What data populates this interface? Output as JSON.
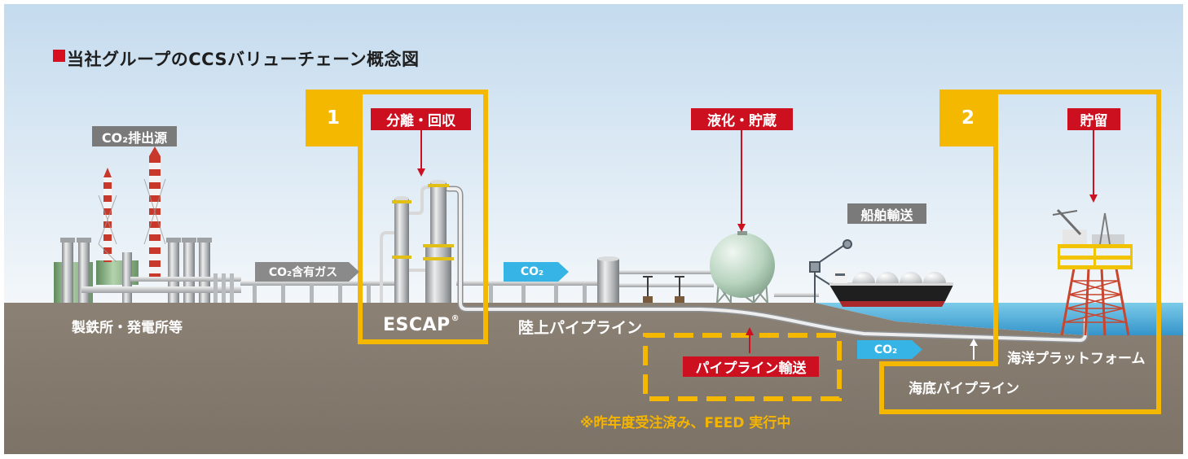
{
  "title": "当社グループのCCSバリューチェーン概念図",
  "colors": {
    "accent_orange": "#f5b800",
    "label_red": "#cc1020",
    "label_gray": "#7a7a7a",
    "co2_cyan": "#36b4e6",
    "note_orange": "#f5b400"
  },
  "emission_source": {
    "label": "CO₂排出源",
    "caption": "製鉄所・発電所等"
  },
  "gas_flow": {
    "label": "CO₂含有ガス"
  },
  "capture": {
    "step_number": "1",
    "label": "分離・回収",
    "technology": "ESCAP",
    "technology_mark": "®"
  },
  "onshore": {
    "co2_label": "CO₂",
    "pipeline_label": "陸上パイプライン"
  },
  "liquefaction": {
    "label": "液化・貯蔵"
  },
  "shipping": {
    "label": "船舶輸送"
  },
  "pipeline_transport": {
    "label": "パイプライン輸送",
    "note": "※昨年度受注済み、FEED 実行中"
  },
  "offshore": {
    "co2_label": "CO₂",
    "platform_label": "海洋プラットフォーム",
    "subsea_pipeline_label": "海底パイプライン"
  },
  "storage": {
    "step_number": "2",
    "label": "貯留"
  },
  "icons": [
    "factory-icon",
    "capture-columns-icon",
    "storage-tank-icon",
    "spherical-tank-icon",
    "loading-arm-icon",
    "co2-carrier-ship-icon",
    "offshore-platform-icon",
    "arrow-down-icon",
    "arrow-up-icon"
  ]
}
